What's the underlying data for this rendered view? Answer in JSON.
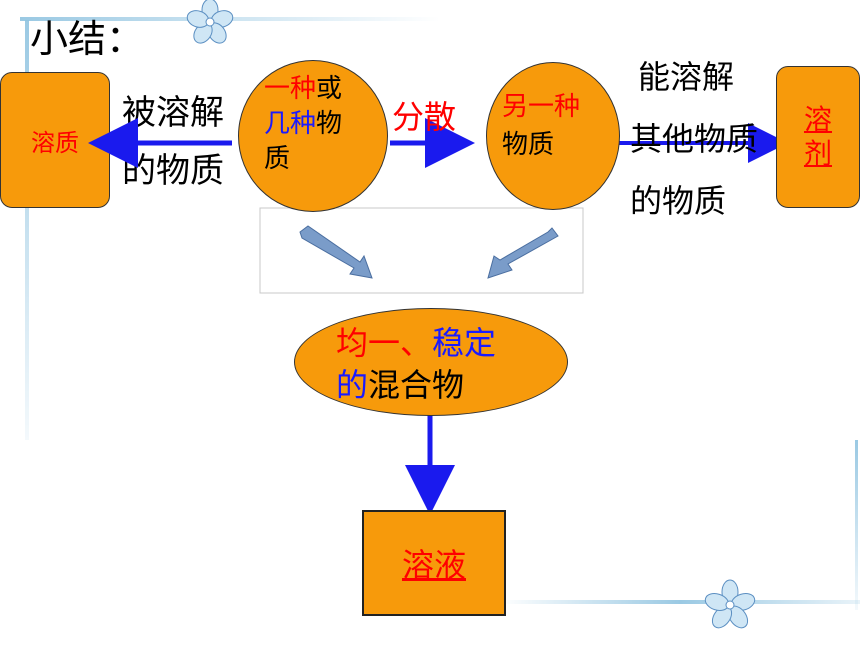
{
  "title": "小结：",
  "left_label": [
    "被溶解",
    "的物质"
  ],
  "right_label": [
    "能溶解",
    "其他物质",
    "的物质"
  ],
  "disperse_label": "分散",
  "solute_box": "溶质",
  "solvent_box": [
    "溶",
    "剂"
  ],
  "ellipse_left": {
    "part1_red": "一种",
    "part1_black": "或",
    "part2_blue": "几种",
    "part2_black": "物",
    "part3_black": "质"
  },
  "ellipse_right": {
    "line1_red": "另一种",
    "line2_black": "物质"
  },
  "ellipse_bottom": {
    "line1_red": "均一、",
    "line1_blue": "稳定",
    "line2_blue": "的",
    "line2_black": "混合物"
  },
  "solution_box": "溶液",
  "colors": {
    "shape_fill": "#f79a0b",
    "red_text": "#ff0000",
    "blue_text": "#1a1aff",
    "arrow_blue": "#1a1aee",
    "border_line": "#b8d8ea"
  }
}
